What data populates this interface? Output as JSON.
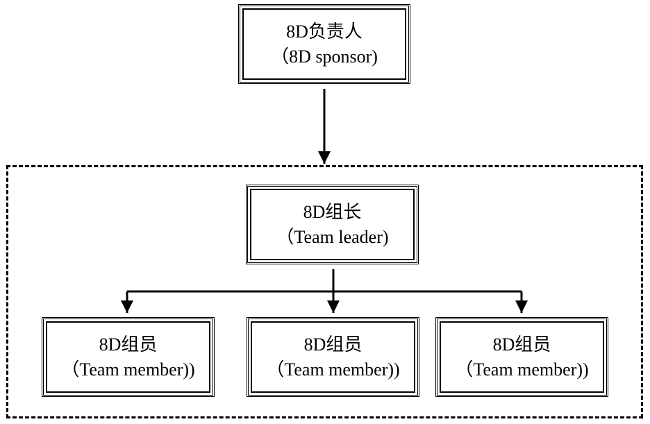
{
  "diagram": {
    "sponsor": {
      "line1": "8D负责人",
      "line2": "（8D sponsor)"
    },
    "leader": {
      "line1": "8D组长",
      "line2": "（Team leader)"
    },
    "members": [
      {
        "line1": "8D组员",
        "line2": "（Team member))"
      },
      {
        "line1": "8D组员",
        "line2": "（Team member))"
      },
      {
        "line1": "8D组员",
        "line2": "（Team member))"
      }
    ],
    "colors": {
      "stroke": "#000000",
      "background": "#ffffff"
    }
  }
}
